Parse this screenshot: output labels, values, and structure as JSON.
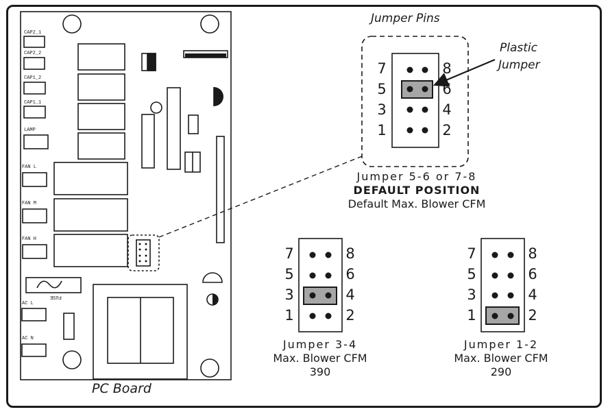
{
  "titles": {
    "jumper_pins": "Jumper Pins",
    "plastic_jumper_line1": "Plastic",
    "plastic_jumper_line2": "Jumper",
    "pc_board": "PC Board"
  },
  "board_labels": {
    "cap2_1": "CAP2_1",
    "cap2_2": "CAP2_2",
    "cap1_2": "CAP1_2",
    "cap1_1": "CAP1_1",
    "lamp": "LAMP",
    "fan_l": "FAN L",
    "fan_m": "FAN M",
    "fan_h": "FAN H",
    "fuse": "FUSE",
    "ac_l": "AC L",
    "ac_n": "AC N"
  },
  "pin_numbers": {
    "left": [
      "7",
      "5",
      "3",
      "1"
    ],
    "right": [
      "8",
      "6",
      "4",
      "2"
    ]
  },
  "jumper_configs": [
    {
      "id": "default",
      "jumper_on_pins": "5-6",
      "caption_line1": "Jumper  5-6 or 7-8",
      "caption_line2": "DEFAULT POSITION",
      "caption_line3": "Default Max. Blower CFM"
    },
    {
      "id": "3-4",
      "jumper_on_pins": "3-4",
      "caption_line1": "Jumper  3-4",
      "caption_line2": "Max. Blower CFM",
      "caption_line3": "390"
    },
    {
      "id": "1-2",
      "jumper_on_pins": "1-2",
      "caption_line1": "Jumper  1-2",
      "caption_line2": "Max. Blower CFM",
      "caption_line3": "290"
    }
  ],
  "colors": {
    "line": "#1a1a1a",
    "jumper_fill": "#a6a6a6",
    "background": "#ffffff"
  }
}
